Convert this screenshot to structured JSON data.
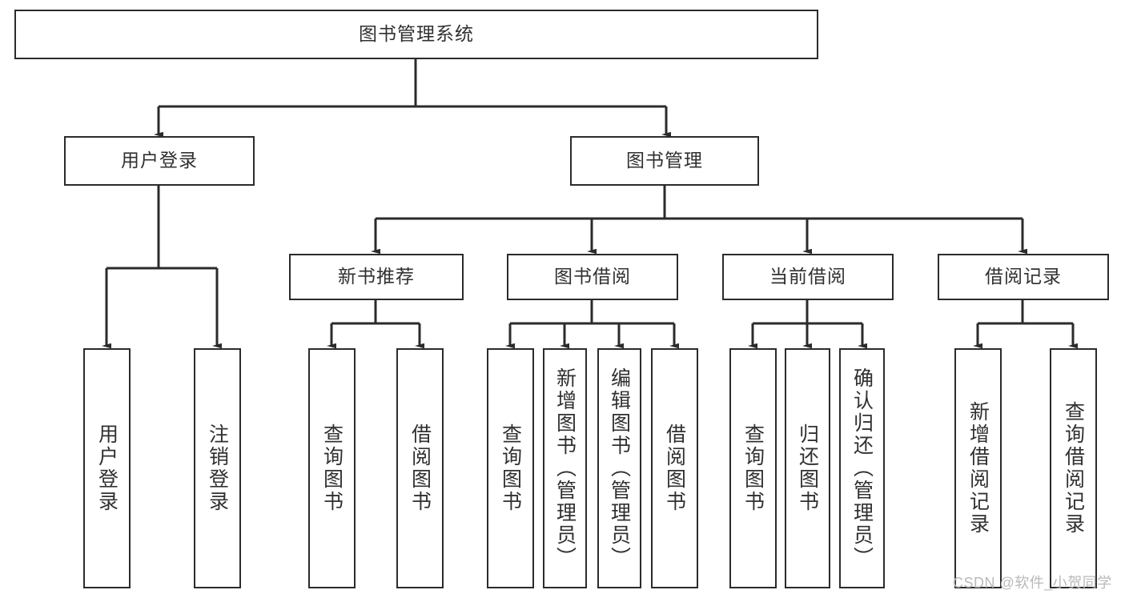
{
  "diagram": {
    "title": "图书管理系统",
    "type": "tree",
    "stroke_color": "#2b2b2b",
    "text_color": "#303030",
    "background_color": "#ffffff",
    "watermark": "CSDN @软件_小贺同学",
    "watermark_color": "#b9b9b9",
    "root": {
      "label": "图书管理系统",
      "orientation": "horizontal"
    },
    "level2": [
      {
        "label": "用户登录",
        "orientation": "horizontal"
      },
      {
        "label": "图书管理",
        "orientation": "horizontal"
      }
    ],
    "level3": [
      {
        "label": "新书推荐",
        "orientation": "horizontal"
      },
      {
        "label": "图书借阅",
        "orientation": "horizontal"
      },
      {
        "label": "当前借阅",
        "orientation": "horizontal"
      },
      {
        "label": "借阅记录",
        "orientation": "horizontal"
      }
    ],
    "leaves": {
      "user_login": [
        {
          "label": "用户登录",
          "orientation": "vertical"
        },
        {
          "label": "注销登录",
          "orientation": "vertical"
        }
      ],
      "new_book_recommend": [
        {
          "label": "查询图书",
          "orientation": "vertical"
        },
        {
          "label": "借阅图书",
          "orientation": "vertical"
        }
      ],
      "book_borrow": [
        {
          "label": "查询图书",
          "orientation": "vertical"
        },
        {
          "label": "新增图书（管理员）",
          "orientation": "vertical"
        },
        {
          "label": "编辑图书（管理员）",
          "orientation": "vertical"
        },
        {
          "label": "借阅图书",
          "orientation": "vertical"
        }
      ],
      "current_borrow": [
        {
          "label": "查询图书",
          "orientation": "vertical"
        },
        {
          "label": "归还图书",
          "orientation": "vertical"
        },
        {
          "label": "确认归还（管理员）",
          "orientation": "vertical"
        }
      ],
      "borrow_record": [
        {
          "label": "新增借阅记录",
          "orientation": "vertical"
        },
        {
          "label": "查询借阅记录",
          "orientation": "vertical"
        }
      ]
    }
  }
}
